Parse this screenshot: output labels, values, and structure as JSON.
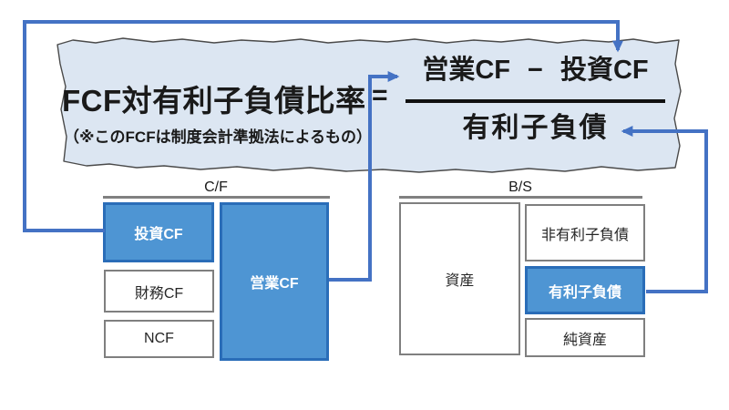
{
  "banner": {
    "title": "FCF対有利子負債比率",
    "subtitle": "（※このFCFは制度会計準拠法によるもの）",
    "equals_sign": "=",
    "fraction": {
      "numerator_left": "営業CF",
      "operator": "−",
      "numerator_right": "投資CF",
      "denominator": "有利子負債"
    }
  },
  "cf_panel": {
    "label": "C/F",
    "boxes": [
      {
        "label": "投資CF",
        "highlighted": true
      },
      {
        "label": "財務CF",
        "highlighted": false
      },
      {
        "label": "NCF",
        "highlighted": false
      },
      {
        "label": "営業CF",
        "highlighted": true
      }
    ]
  },
  "bs_panel": {
    "label": "B/S",
    "boxes": [
      {
        "label": "資産",
        "highlighted": false
      },
      {
        "label": "非有利子負債",
        "highlighted": false
      },
      {
        "label": "有利子負債",
        "highlighted": true
      },
      {
        "label": "純資産",
        "highlighted": false
      }
    ]
  },
  "colors": {
    "arrow_blue": "#4472c4",
    "highlight_fill": "#4e95d3",
    "highlight_border": "#2a6db8",
    "banner_fill": "#dce6f2",
    "banner_outline": "#4a4a4a",
    "box_border_gray": "#7f7f7f",
    "fraction_bar_black": "#111111",
    "text_black": "#1a1a1a",
    "text_white": "#ffffff"
  }
}
